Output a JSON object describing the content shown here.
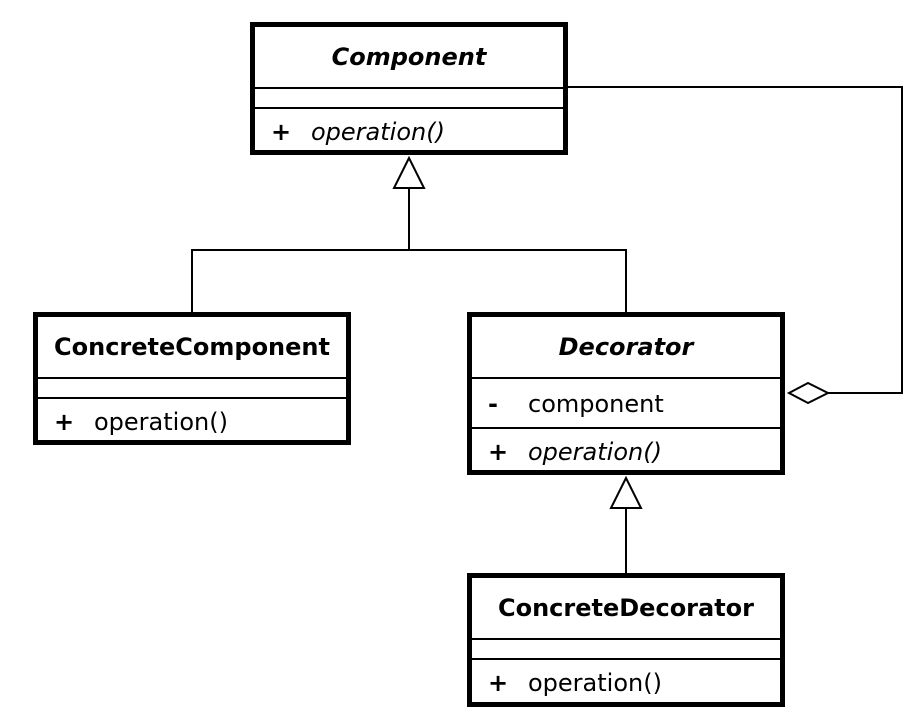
{
  "classes": {
    "component": {
      "name": "Component",
      "operation": {
        "visibility": "+",
        "name": "operation()"
      }
    },
    "concrete_component": {
      "name": "ConcreteComponent",
      "operation": {
        "visibility": "+",
        "name": "operation()"
      }
    },
    "decorator": {
      "name": "Decorator",
      "attribute": {
        "visibility": "-",
        "name": "component"
      },
      "operation": {
        "visibility": "+",
        "name": "operation()"
      }
    },
    "concrete_decorator": {
      "name": "ConcreteDecorator",
      "operation": {
        "visibility": "+",
        "name": "operation()"
      }
    }
  },
  "relations": {
    "generalization_1": {
      "from": "ConcreteComponent",
      "to": "Component",
      "kind": "generalization"
    },
    "generalization_2": {
      "from": "Decorator",
      "to": "Component",
      "kind": "generalization"
    },
    "generalization_3": {
      "from": "ConcreteDecorator",
      "to": "Decorator",
      "kind": "generalization"
    },
    "aggregation": {
      "from": "Decorator",
      "to": "Component",
      "kind": "aggregation"
    }
  }
}
